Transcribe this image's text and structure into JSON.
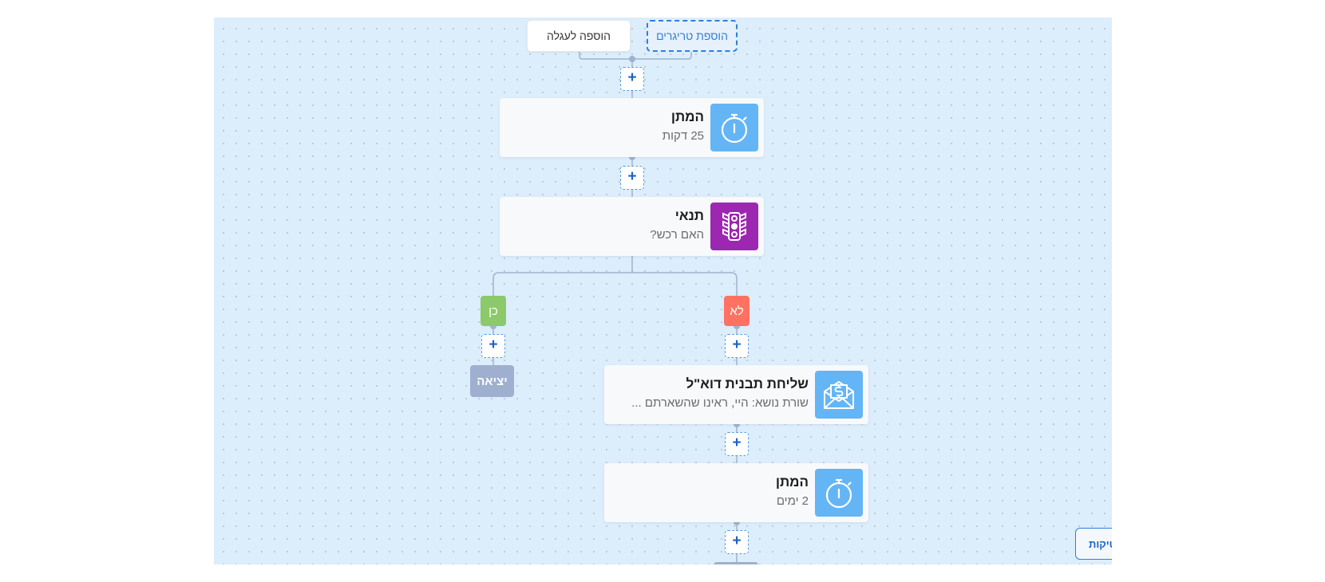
{
  "canvas": {
    "triggers": {
      "add_to_cart_label": "הוספה לעגלה",
      "add_triggers_label": "הוספת טריגרים"
    },
    "plus_symbol": "+",
    "nodes": {
      "wait_1": {
        "title": "המתן",
        "subtitle": "25 דקות",
        "icon": "stopwatch-icon",
        "color": "#64b5f6"
      },
      "condition": {
        "title": "תנאי",
        "subtitle": "האם רכש?",
        "icon": "traffic-light-icon",
        "color": "#9c27b0"
      },
      "send_email": {
        "title": "שליחת תבנית דוא\"ל",
        "subtitle": "שורת נושא: היי, ראינו שהשארתם ...",
        "icon": "email-money-icon",
        "color": "#64b5f6"
      },
      "wait_2": {
        "title": "המתן",
        "subtitle": "2 ימים",
        "icon": "stopwatch-icon",
        "color": "#64b5f6"
      }
    },
    "branches": {
      "yes_label": "כן",
      "yes_color": "#8bc96a",
      "no_label": "לא",
      "no_color": "#ff7262"
    },
    "exit_label": "יציאה",
    "side_button_label": "טיקות"
  }
}
